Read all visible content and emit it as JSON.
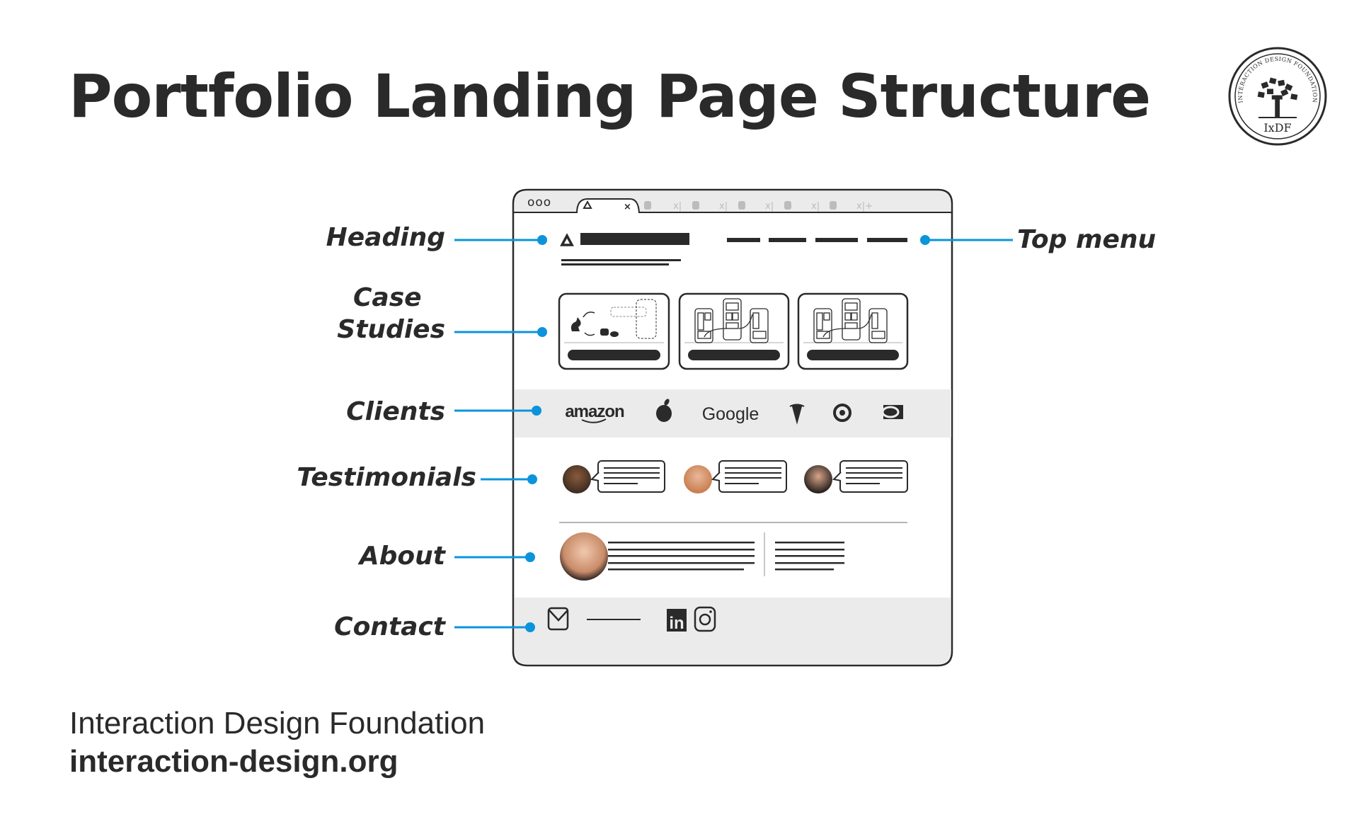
{
  "title": "Portfolio Landing Page Structure",
  "logo": {
    "ring_text": "INTERACTION DESIGN FOUNDATION",
    "mark": "IxDF"
  },
  "labels": {
    "heading": "Heading",
    "top_menu": "Top menu",
    "case_studies_line1": "Case",
    "case_studies_line2": "Studies",
    "clients": "Clients",
    "testimonials": "Testimonials",
    "about": "About",
    "contact": "Contact"
  },
  "wireframe": {
    "window_controls": "ooo",
    "clients": [
      "amazon",
      "apple-logo",
      "Google",
      "tesla-logo",
      "target-logo",
      "nvidia-logo"
    ],
    "client_amazon": "amazon",
    "client_google": "Google",
    "contact_icons": [
      "mail-icon",
      "linkedin-icon",
      "instagram-icon"
    ]
  },
  "footer": {
    "org": "Interaction Design Foundation",
    "url": "interaction-design.org"
  },
  "colors": {
    "accent": "#0b94dc",
    "ink": "#2a2a2a",
    "band": "#ebebeb"
  }
}
